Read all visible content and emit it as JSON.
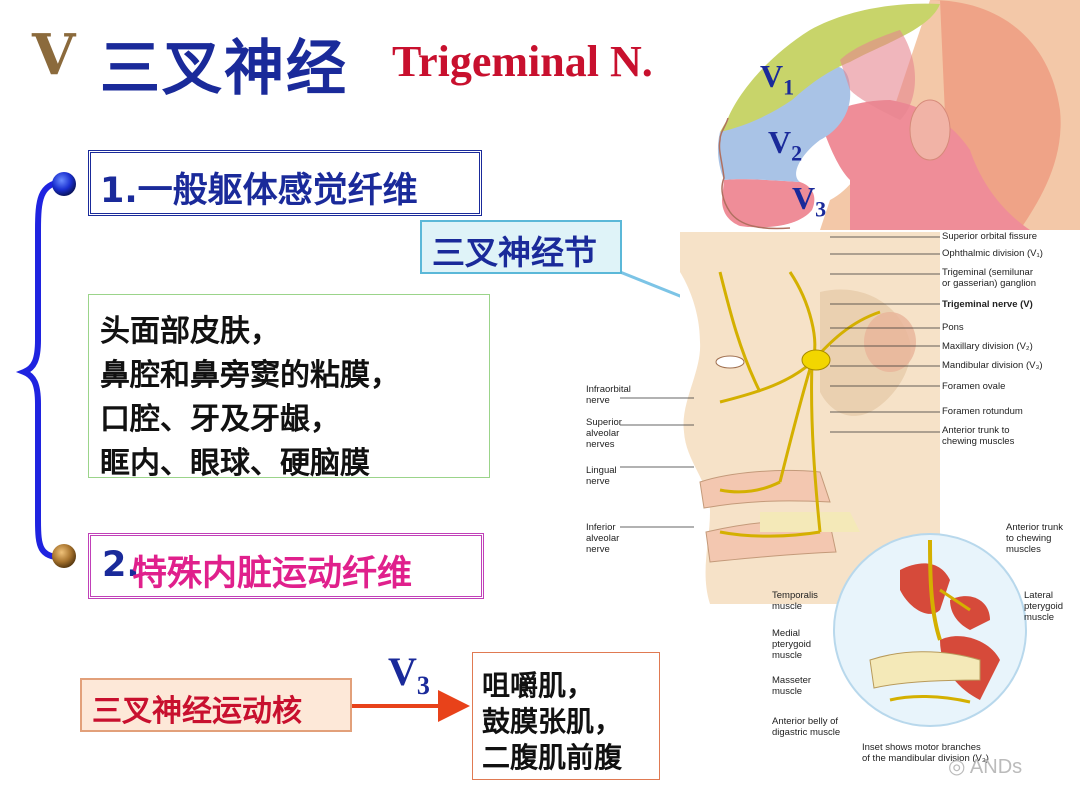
{
  "title": {
    "roman": "V",
    "chinese": "三叉神经",
    "english": "Trigeminal N."
  },
  "left": {
    "item1": "1.一般躯体感觉纤维",
    "ganglion": "三叉神经节",
    "sensory_lines": [
      "头面部皮肤，",
      "鼻腔和鼻旁窦的粘膜，",
      "口腔、牙及牙龈，",
      "眶内、眼球、硬脑膜"
    ],
    "item2_number": "2.",
    "item2_text": "特殊内脏运动纤维",
    "motor_nucleus": "三叉神经运动核",
    "v3_label": "V",
    "v3_sub": "3",
    "muscles": [
      "咀嚼肌，",
      "鼓膜张肌，",
      "二腹肌前腹"
    ]
  },
  "dermatome": {
    "v1": {
      "letter": "V",
      "sub": "1"
    },
    "v2": {
      "letter": "V",
      "sub": "2"
    },
    "v3": {
      "letter": "V",
      "sub": "3"
    }
  },
  "anatomy_labels_right": [
    [
      "Superior orbital fissure"
    ],
    [
      "Ophthalmic division (V₁)"
    ],
    [
      "Trigeminal (semilunar",
      "or gasserian) ganglion"
    ],
    [
      "Trigeminal nerve (V)"
    ],
    [
      "Pons"
    ],
    [
      "Maxillary division (V₂)"
    ],
    [
      "Mandibular division (V₃)"
    ],
    [
      "Foramen ovale"
    ],
    [
      "Foramen rotundum"
    ],
    [
      "Anterior trunk to",
      "chewing muscles"
    ]
  ],
  "anatomy_labels_left": [
    [
      "Infraorbital",
      "nerve"
    ],
    [
      "Superior",
      "alveolar",
      "nerves"
    ],
    [
      "Lingual",
      "nerve"
    ],
    [
      "Inferior",
      "alveolar",
      "nerve"
    ]
  ],
  "inset_labels": [
    [
      "Anterior trunk",
      "to chewing",
      "muscles"
    ],
    [
      "Temporalis",
      "muscle"
    ],
    [
      "Lateral",
      "pterygoid",
      "muscle"
    ],
    [
      "Medial",
      "pterygoid",
      "muscle"
    ],
    [
      "Masseter",
      "muscle"
    ],
    [
      "Anterior belly of",
      "digastric muscle"
    ],
    [
      "Inset shows motor branches",
      "of the mandibular division (V₃)"
    ]
  ],
  "watermark": "ANDs",
  "colors": {
    "navy": "#1a2a9a",
    "red": "#c8102e",
    "magenta": "#e0208c",
    "brace": "#1f23e0",
    "arrow_red": "#e8421a",
    "arrow_blue": "#7cc4e6",
    "v1_zone": "#c8d46a",
    "v2_zone": "#a9c3e6",
    "v3_zone": "#ef8d98"
  }
}
